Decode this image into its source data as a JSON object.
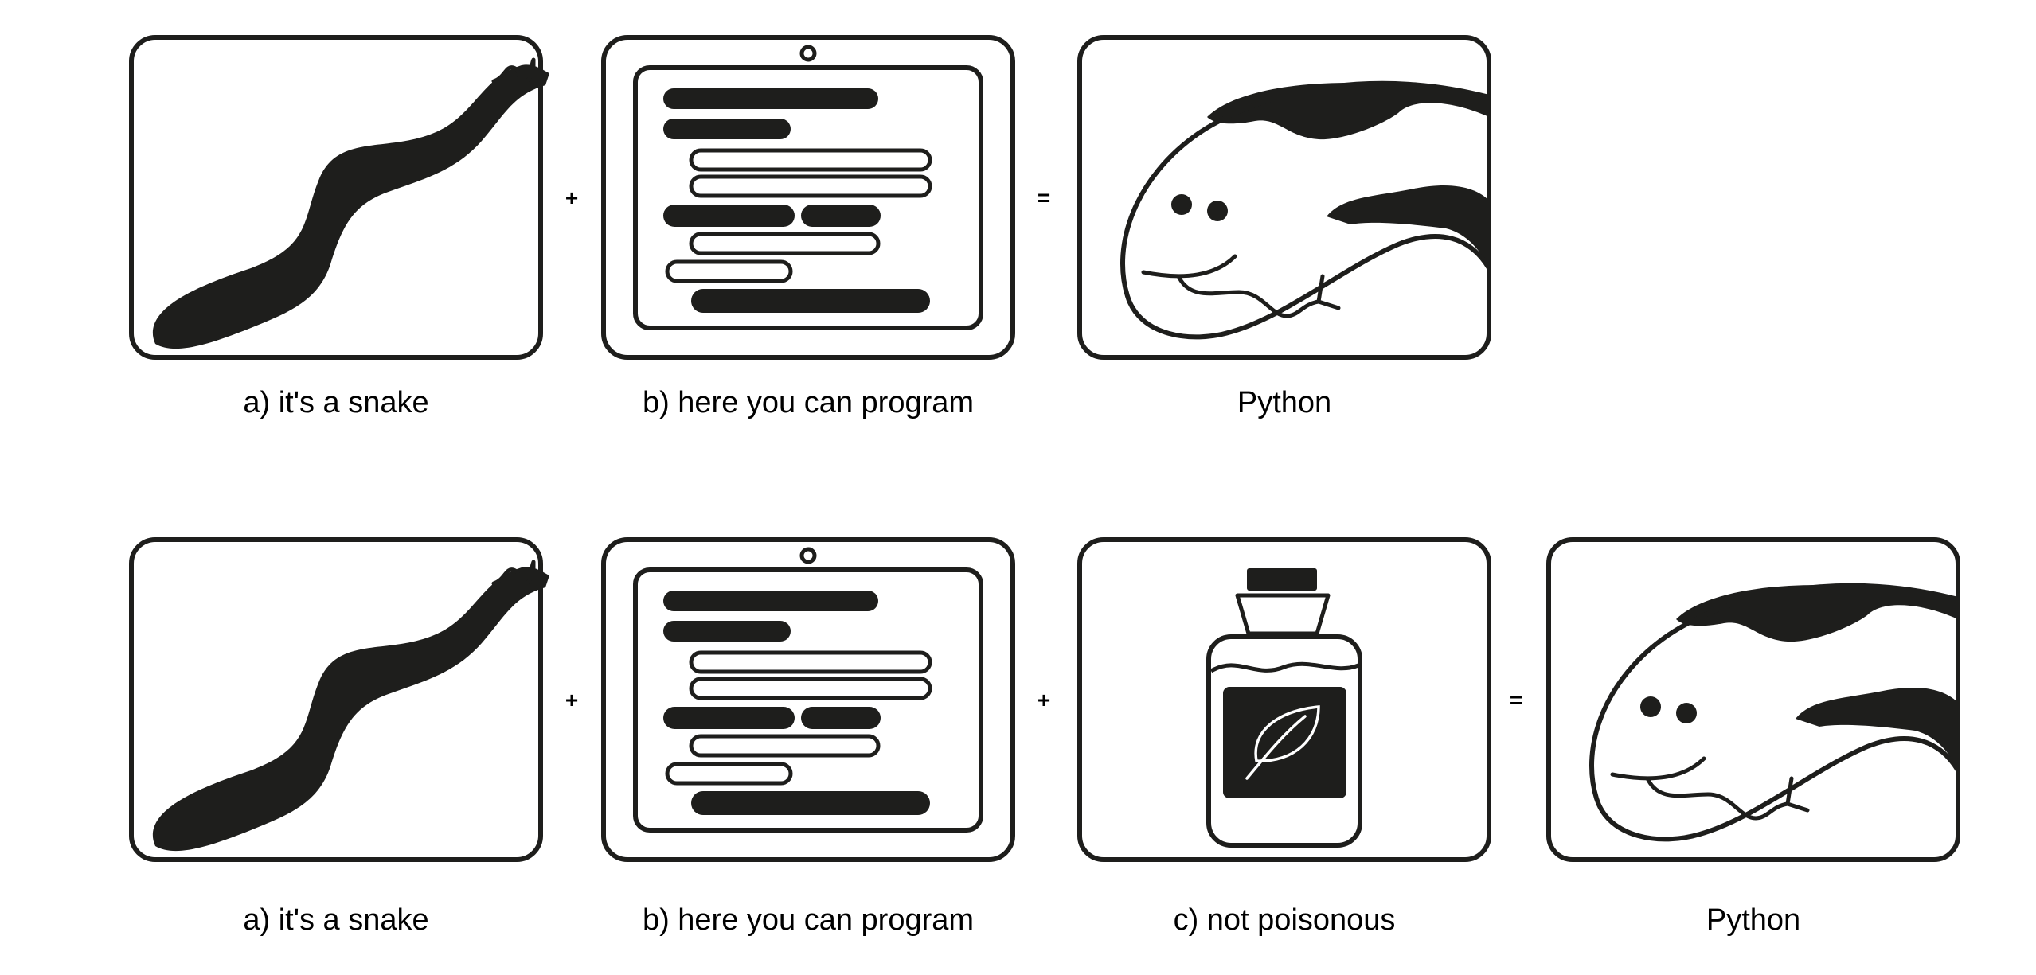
{
  "colors": {
    "ink": "#1e1e1c",
    "background": "#ffffff"
  },
  "rows": [
    {
      "panels": [
        {
          "icon": "snake-icon",
          "caption": "a) it's a snake"
        },
        {
          "icon": "tablet-code-icon",
          "caption": "b) here you can program"
        },
        {
          "icon": "python-snake-head-icon",
          "caption": "Python"
        }
      ],
      "operators": [
        "+",
        "="
      ]
    },
    {
      "panels": [
        {
          "icon": "snake-icon",
          "caption": "a) it's a snake"
        },
        {
          "icon": "tablet-code-icon",
          "caption": "b) here you can program"
        },
        {
          "icon": "leaf-jar-icon",
          "caption": "c) not poisonous"
        },
        {
          "icon": "python-snake-head-icon",
          "caption": "Python"
        }
      ],
      "operators": [
        "+",
        "+",
        "="
      ]
    }
  ]
}
